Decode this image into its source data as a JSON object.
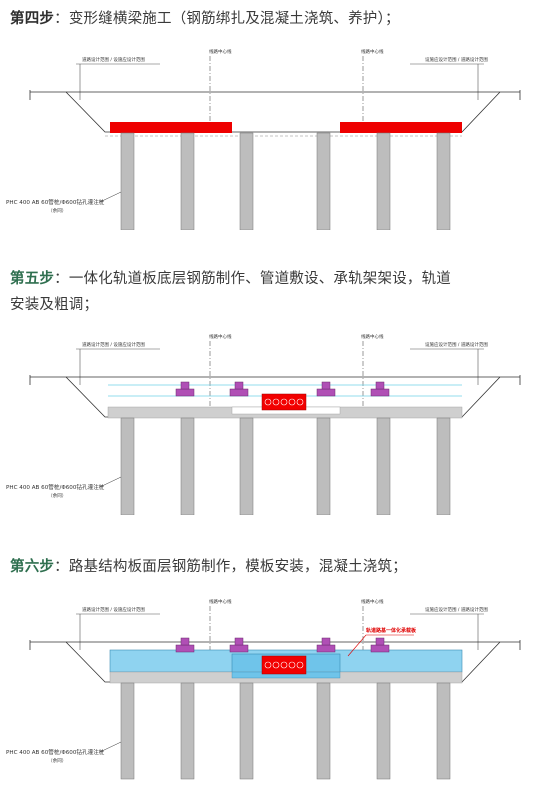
{
  "steps": [
    {
      "lead": "第四步",
      "sep": "：",
      "text": "变形缝横梁施工（钢筋绑扎及混凝土浇筑、养护）；",
      "figure": {
        "centerline_left": "线路中心线",
        "centerline_right": "线路中心线",
        "boundary_left": "道路设计范围 / 设施应设计范围",
        "boundary_right": "设施应设计范围 / 道路设计范围",
        "pile_label": "PHC 400 AB 60管桩/Φ600钻孔灌注桩",
        "pile_sub": "（余同）"
      }
    },
    {
      "lead": "第五步",
      "sep": "：",
      "line1": "一体化轨道板底层钢筋制作、管道敷设、承轨架架设，轨道",
      "line2": "安装及粗调；",
      "figure": {
        "centerline_left": "线路中心线",
        "centerline_right": "线路中心线",
        "boundary_left": "道路设计范围 / 设施应设计范围",
        "boundary_right": "设施应设计范围 / 道路设计范围",
        "pile_label": "PHC 400 AB 60管桩/Φ600钻孔灌注桩",
        "pile_sub": "（余同）"
      }
    },
    {
      "lead": "第六步",
      "sep": "：",
      "text": "路基结构板面层钢筋制作，模板安装，混凝土浇筑；",
      "figure": {
        "centerline_left": "线路中心线",
        "centerline_right": "线路中心线",
        "boundary_left": "道路设计范围 / 设施应设计范围",
        "boundary_right": "设施应设计范围 / 道路设计范围",
        "red_note": "轨道路基一体化承载板",
        "pile_label": "PHC 400 AB 60管桩/Φ600钻孔灌注桩",
        "pile_sub": "（余同）"
      }
    }
  ],
  "colors": {
    "beam_red": "#ee0000",
    "pile_gray": "#bdbdbd",
    "slab_blue": "#8fd3f0",
    "gravel": "#cfcfcf",
    "rail_purple": "#b04fb5",
    "pipe_red": "#f20000",
    "lead_green": "#2f6f4f"
  }
}
